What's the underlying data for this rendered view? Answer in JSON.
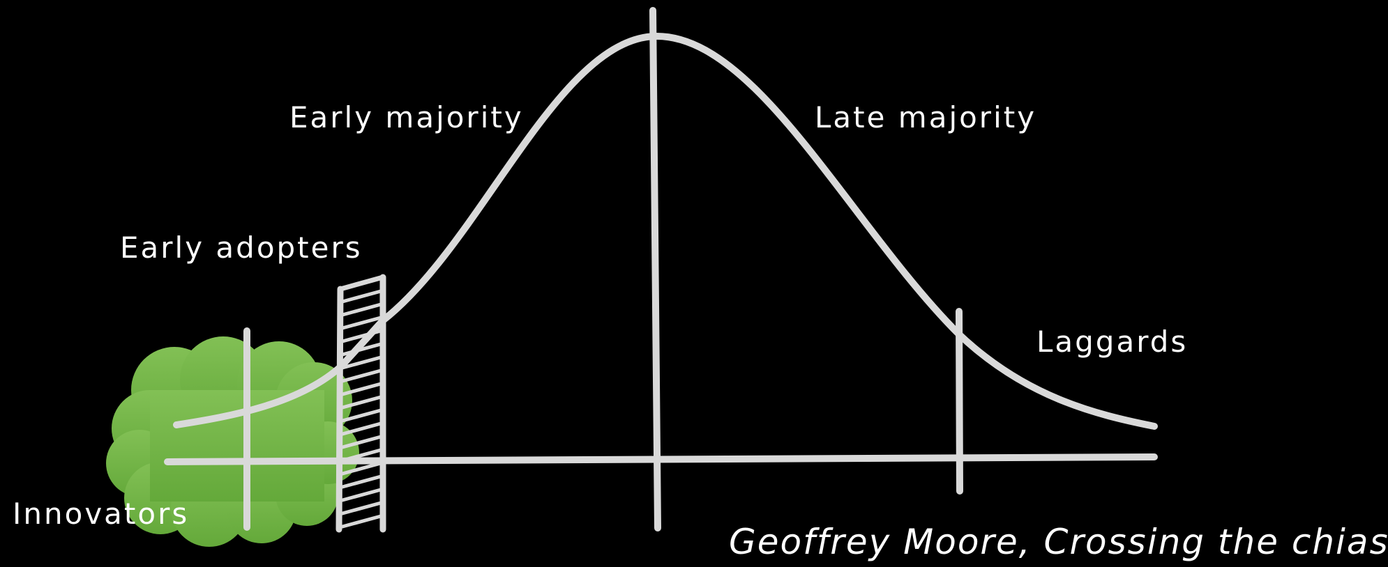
{
  "diagram": {
    "labels": {
      "innovators": "Innovators",
      "early_adopters": "Early adopters",
      "early_majority": "Early majority",
      "late_majority": "Late majority",
      "laggards": "Laggards"
    },
    "credit": "Geoffrey Moore, Crossing the chiasm"
  },
  "colors": {
    "background": "#000000",
    "line": "#d9d9d9",
    "text": "#ffffff",
    "innovators_blob": "#72b244"
  }
}
